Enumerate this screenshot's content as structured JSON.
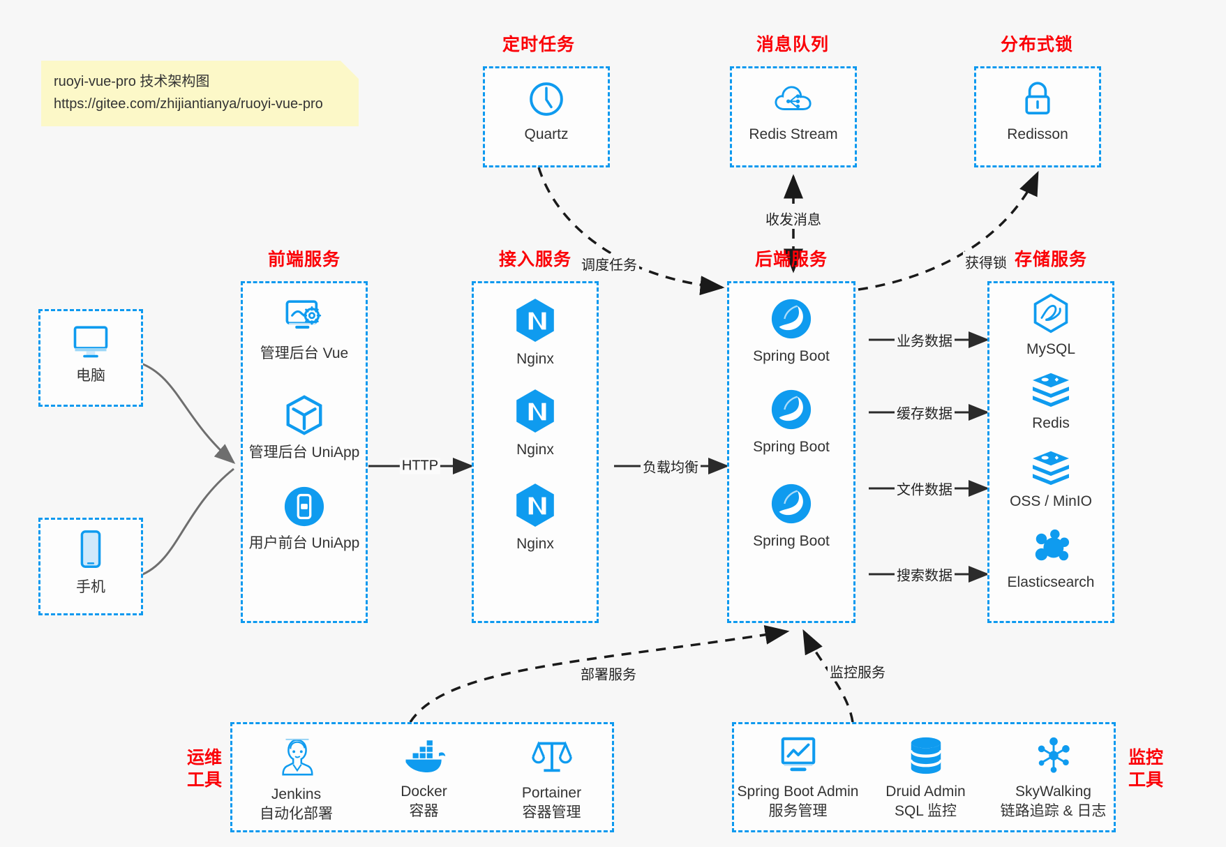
{
  "note": {
    "name": "architecture-note",
    "text": "ruoyi-vue-pro 技术架构图\nhttps://gitee.com/zhijiantianya/ruoyi-vue-pro"
  },
  "colors": {
    "group_border": "#0d99ef",
    "group_title": "#fb0007",
    "icon_blue": "#0f9bef",
    "arrow": "#1a1a1a",
    "solid_arrow": "#3b3b3b",
    "background": "#f7f7f7",
    "note_bg": "#fcf8c8"
  },
  "groups": {
    "scheduler": {
      "title": "定时任务",
      "items": [
        {
          "label": "Quartz",
          "icon": "clock-icon"
        }
      ]
    },
    "message_queue": {
      "title": "消息队列",
      "items": [
        {
          "label": "Redis Stream",
          "icon": "cloud-stream-icon"
        }
      ]
    },
    "distributed_lock": {
      "title": "分布式锁",
      "items": [
        {
          "label": "Redisson",
          "icon": "lock-icon"
        }
      ]
    },
    "clients": {
      "items": [
        {
          "label": "电脑",
          "icon": "desktop-icon"
        },
        {
          "label": "手机",
          "icon": "mobile-icon"
        }
      ]
    },
    "frontend": {
      "title": "前端服务",
      "items": [
        {
          "label": "管理后台 Vue",
          "icon": "dashboard-gear-icon"
        },
        {
          "label": "管理后台 UniApp",
          "icon": "cube-icon"
        },
        {
          "label": "用户前台 UniApp",
          "icon": "phone-app-icon"
        }
      ]
    },
    "gateway": {
      "title": "接入服务",
      "items": [
        {
          "label": "Nginx",
          "icon": "nginx-icon"
        },
        {
          "label": "Nginx",
          "icon": "nginx-icon"
        },
        {
          "label": "Nginx",
          "icon": "nginx-icon"
        }
      ]
    },
    "backend": {
      "title": "后端服务",
      "items": [
        {
          "label": "Spring Boot",
          "icon": "spring-boot-icon"
        },
        {
          "label": "Spring Boot",
          "icon": "spring-boot-icon"
        },
        {
          "label": "Spring Boot",
          "icon": "spring-boot-icon"
        }
      ]
    },
    "storage": {
      "title": "存储服务",
      "items": [
        {
          "label": "MySQL",
          "icon": "mysql-icon"
        },
        {
          "label": "Redis",
          "icon": "redis-icon"
        },
        {
          "label": "OSS / MinIO",
          "icon": "oss-icon"
        },
        {
          "label": "Elasticsearch",
          "icon": "elasticsearch-icon"
        }
      ]
    },
    "devops": {
      "title": "运维\n工具",
      "items": [
        {
          "label": "Jenkins\n自动化部署",
          "icon": "jenkins-icon"
        },
        {
          "label": "Docker\n容器",
          "icon": "docker-icon"
        },
        {
          "label": "Portainer\n容器管理",
          "icon": "portainer-icon"
        }
      ]
    },
    "monitoring": {
      "title": "监控\n工具",
      "items": [
        {
          "label": "Spring Boot Admin\n服务管理",
          "icon": "monitor-chart-icon"
        },
        {
          "label": "Druid Admin\nSQL 监控",
          "icon": "database-icon"
        },
        {
          "label": "SkyWalking\n链路追踪 & 日志",
          "icon": "skywalking-icon"
        }
      ]
    }
  },
  "edges": [
    {
      "label": "调度任务",
      "from": "scheduler",
      "to": "backend",
      "style": "dashed"
    },
    {
      "label": "收发消息",
      "from": "message_queue",
      "to": "backend",
      "style": "dashed-bidirectional"
    },
    {
      "label": "获得锁",
      "from": "backend",
      "to": "distributed_lock",
      "style": "dashed"
    },
    {
      "label": "HTTP",
      "from": "frontend",
      "to": "gateway",
      "style": "solid"
    },
    {
      "label": "负载均衡",
      "from": "gateway",
      "to": "backend",
      "style": "solid"
    },
    {
      "label": "业务数据",
      "from": "backend",
      "to": "mysql",
      "style": "solid"
    },
    {
      "label": "缓存数据",
      "from": "backend",
      "to": "redis",
      "style": "solid"
    },
    {
      "label": "文件数据",
      "from": "backend",
      "to": "oss",
      "style": "solid"
    },
    {
      "label": "搜索数据",
      "from": "backend",
      "to": "elasticsearch",
      "style": "solid"
    },
    {
      "label": "部署服务",
      "from": "devops",
      "to": "backend",
      "style": "dashed"
    },
    {
      "label": "监控服务",
      "from": "monitoring",
      "to": "backend",
      "style": "dashed"
    }
  ]
}
